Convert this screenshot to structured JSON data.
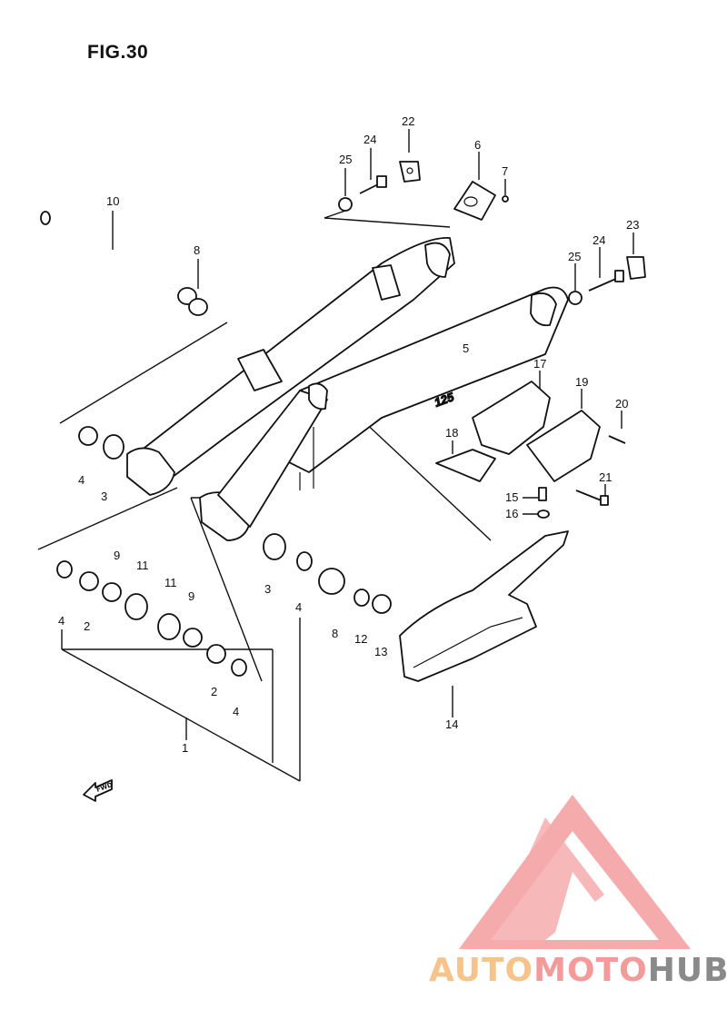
{
  "figure": {
    "title": "FIG.30"
  },
  "callouts": {
    "c1": "1",
    "c2a": "2",
    "c2b": "2",
    "c3a": "3",
    "c3b": "3",
    "c4a": "4",
    "c4b": "4",
    "c4c": "4",
    "c4d": "4",
    "c5": "5",
    "c6": "6",
    "c7": "7",
    "c8a": "8",
    "c8b": "8",
    "c9a": "9",
    "c9b": "9",
    "c10": "10",
    "c11a": "11",
    "c11b": "11",
    "c12": "12",
    "c13": "13",
    "c14": "14",
    "c15": "15",
    "c16": "16",
    "c17": "17",
    "c18": "18",
    "c19": "19",
    "c20": "20",
    "c21": "21",
    "c22": "22",
    "c23": "23",
    "c24a": "24",
    "c24b": "24",
    "c25a": "25",
    "c25b": "25"
  },
  "decal": "125",
  "fwd_arrow": {
    "label": "FWD"
  },
  "watermark": {
    "auto": "AUTO",
    "moto": "MOTO",
    "hub": "HUB",
    "color_auto": "#f6c38a",
    "color_moto": "#f59a9a",
    "color_hub": "#8a8a8a",
    "logo_color": "#f29a9a"
  }
}
